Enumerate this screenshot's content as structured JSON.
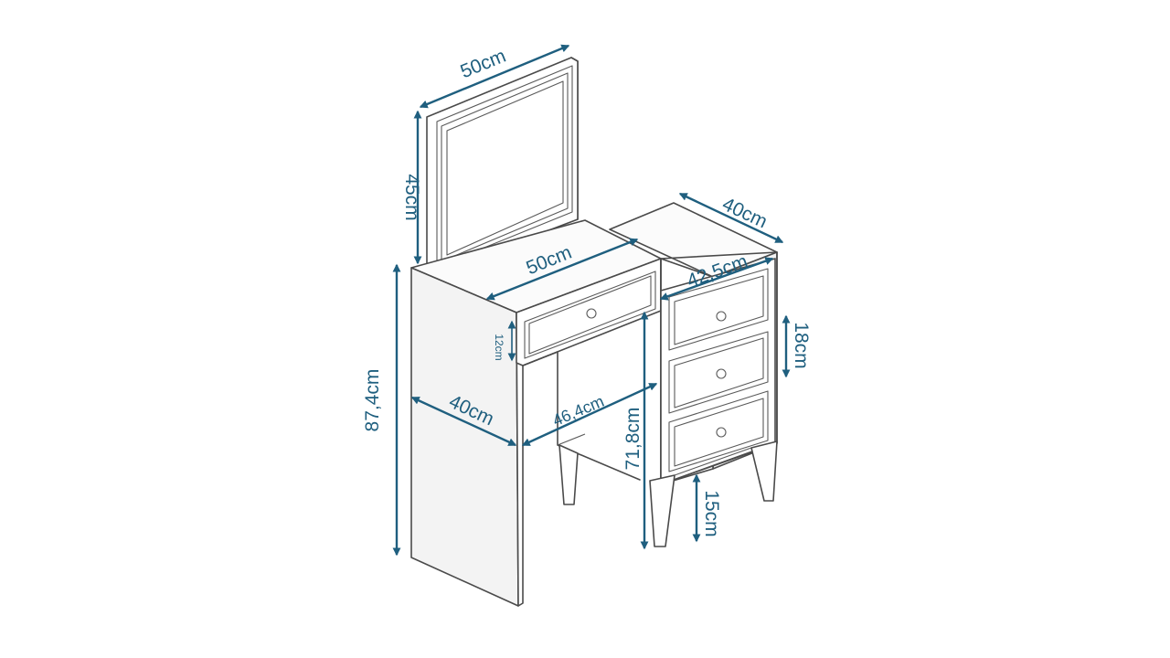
{
  "colors": {
    "dimension": "#1f5f7f",
    "outline": "#4a4a4a"
  },
  "dimensions": {
    "mirror_width": "50cm",
    "mirror_height": "45cm",
    "desk_top_width": "50cm",
    "total_height": "87,4cm",
    "desk_depth": "40cm",
    "knee_space_width": "46,4cm",
    "desk_drawer_height": "12cm",
    "cabinet_depth": "40cm",
    "cabinet_width": "42,5cm",
    "cabinet_drawer_height": "18cm",
    "cabinet_height": "71,8cm",
    "leg_height": "15cm"
  }
}
